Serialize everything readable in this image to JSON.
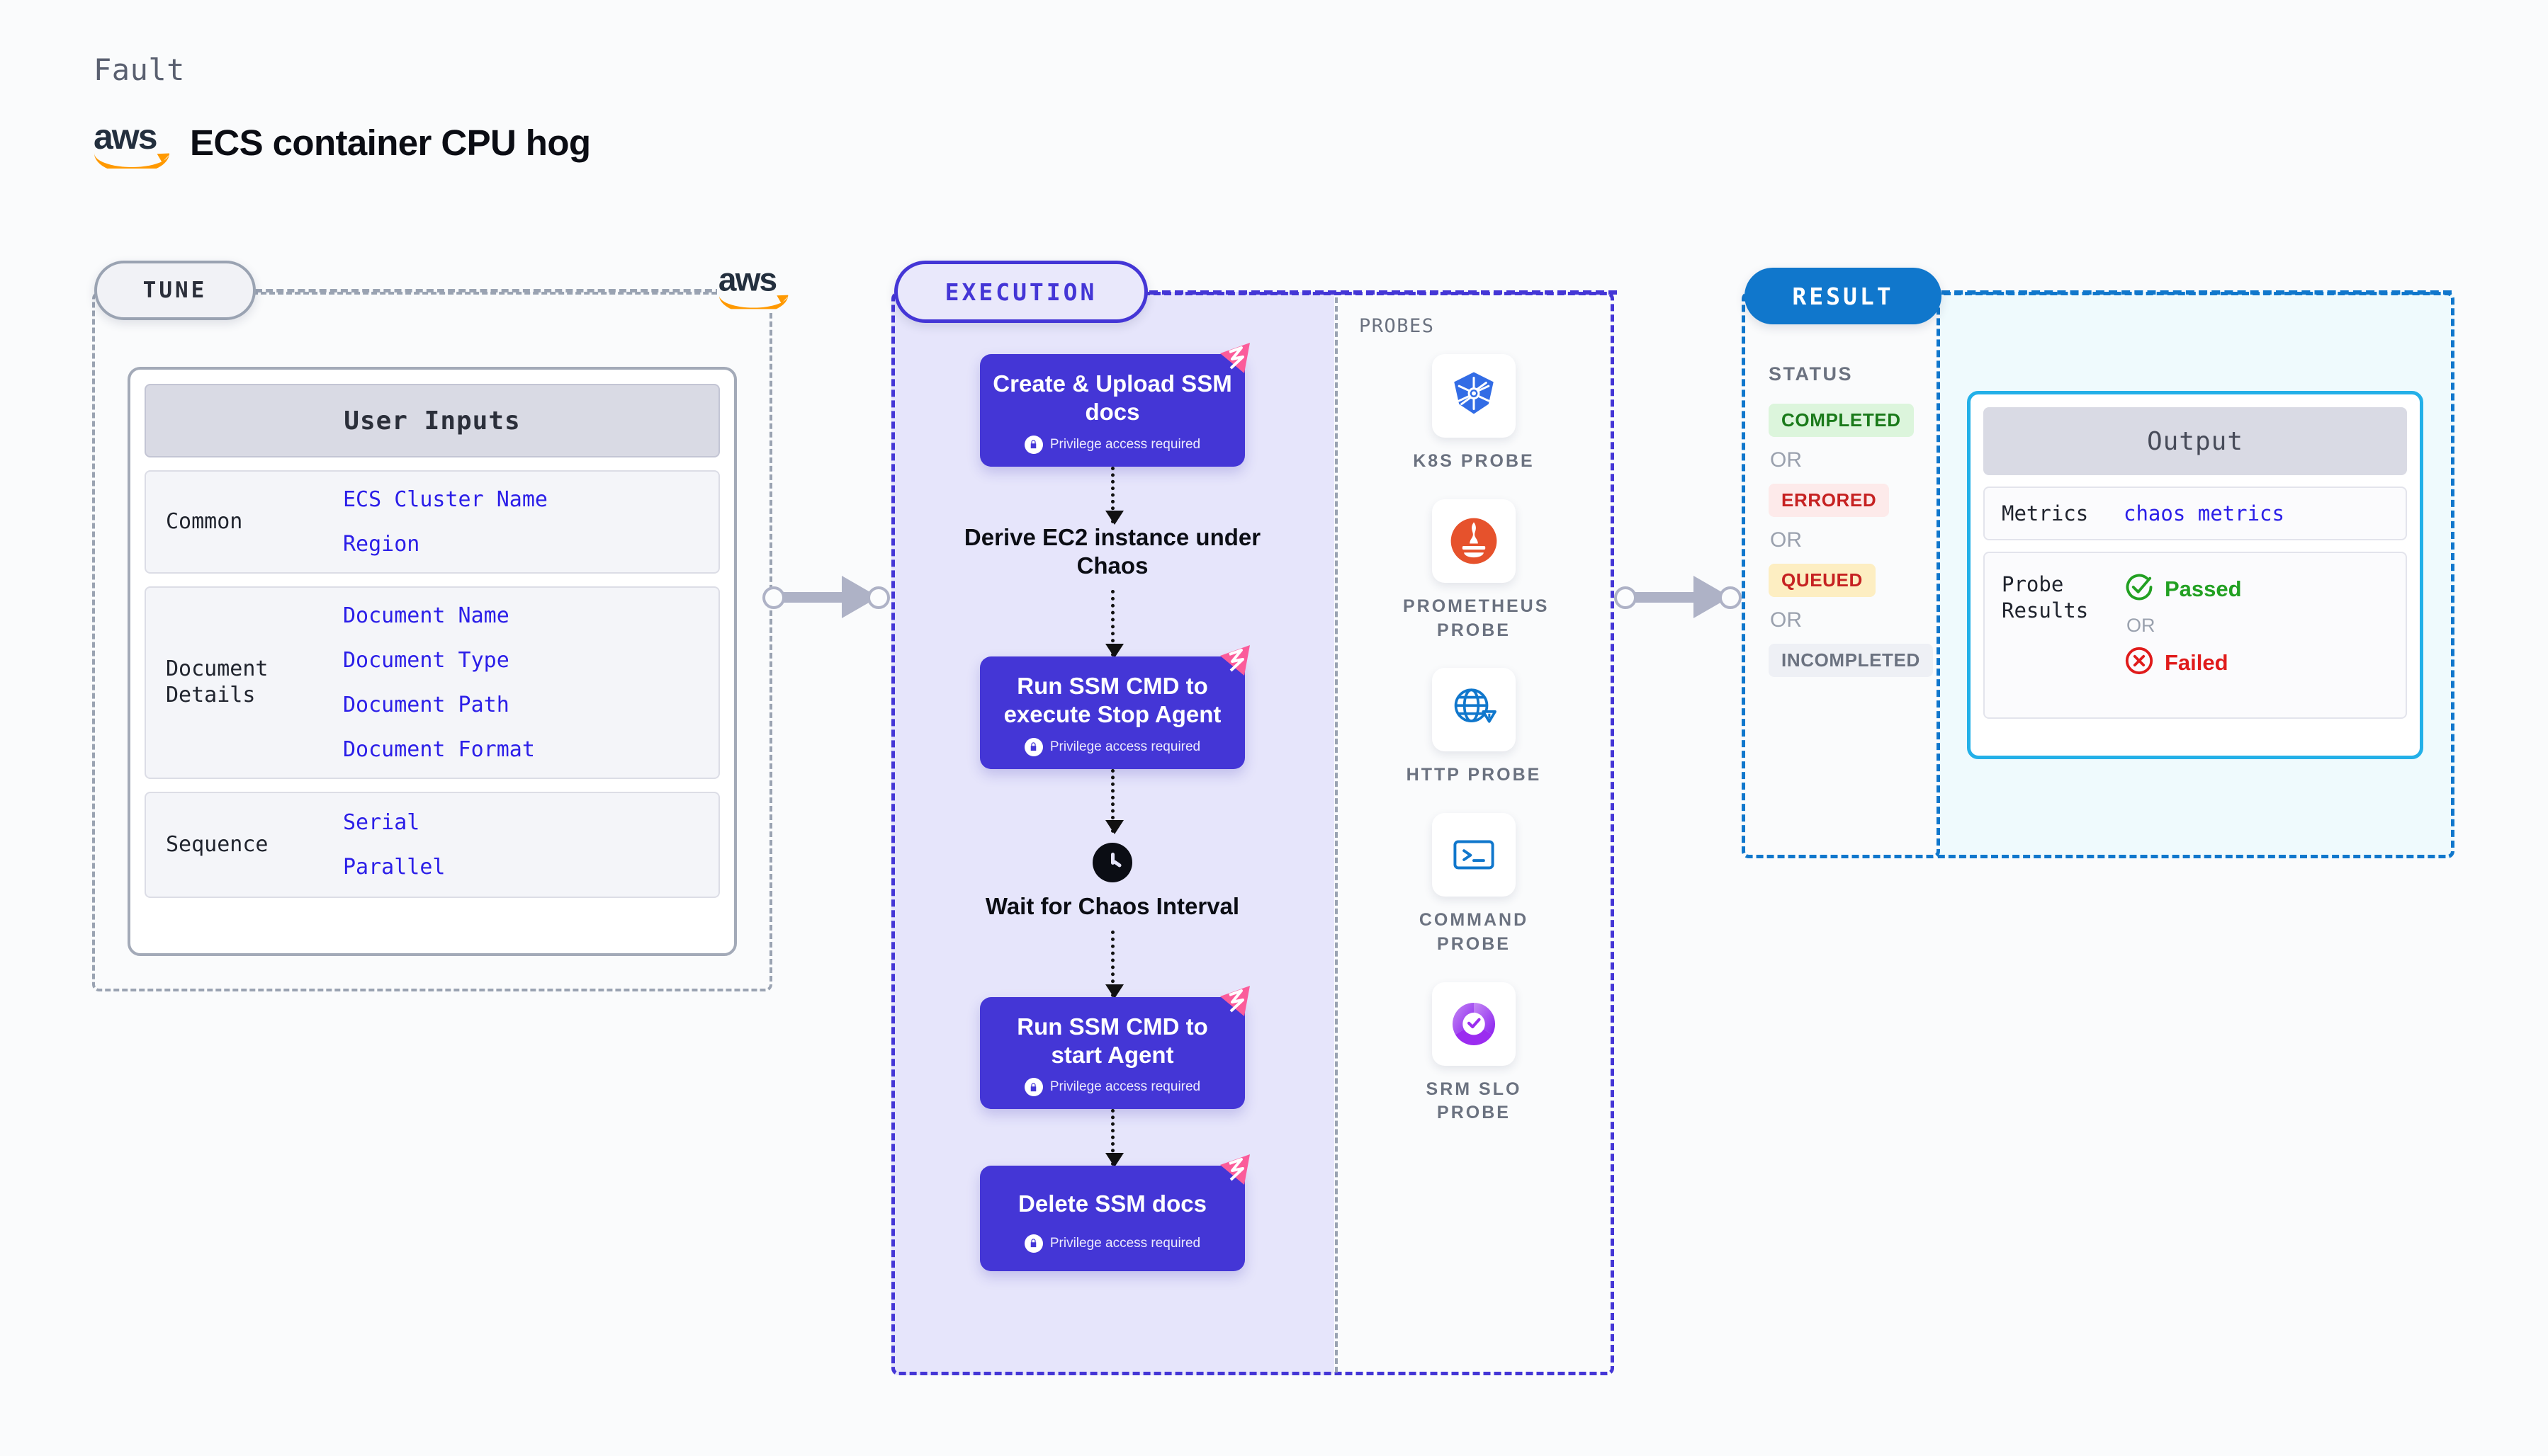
{
  "header": {
    "eyebrow": "Fault",
    "logo": "aws-logo",
    "title": "ECS container CPU hog"
  },
  "tune": {
    "pill": "TUNE",
    "brand_logo": "aws-logo",
    "card_title": "User Inputs",
    "rows": [
      {
        "label": "Common",
        "values": [
          "ECS Cluster Name",
          "Region"
        ]
      },
      {
        "label": "Document\nDetails",
        "values": [
          "Document Name",
          "Document Type",
          "Document Path",
          "Document Format"
        ]
      },
      {
        "label": "Sequence",
        "values": [
          "Serial",
          "Parallel"
        ]
      }
    ]
  },
  "execution": {
    "pill": "EXECUTION",
    "privilege_note": "Privilege access required",
    "steps": [
      {
        "type": "task",
        "title": "Create & Upload SSM docs",
        "privileged": true,
        "chaos_badge": true
      },
      {
        "type": "plain",
        "title": "Derive EC2 instance under Chaos",
        "icon": ""
      },
      {
        "type": "task",
        "title": "Run SSM CMD to execute Stop Agent",
        "privileged": true,
        "chaos_badge": true
      },
      {
        "type": "plain",
        "title": "Wait for Chaos Interval",
        "icon": "clock-icon"
      },
      {
        "type": "task",
        "title": "Run SSM CMD to start Agent",
        "privileged": true,
        "chaos_badge": true
      },
      {
        "type": "task",
        "title": "Delete SSM docs",
        "privileged": true,
        "chaos_badge": true
      }
    ]
  },
  "probes": {
    "title": "PROBES",
    "items": [
      {
        "label": "K8S PROBE",
        "icon": "kubernetes-icon"
      },
      {
        "label": "PROMETHEUS PROBE",
        "icon": "prometheus-icon"
      },
      {
        "label": "HTTP PROBE",
        "icon": "http-globe-warning-icon"
      },
      {
        "label": "COMMAND PROBE",
        "icon": "terminal-icon"
      },
      {
        "label": "SRM SLO PROBE",
        "icon": "srm-slo-icon"
      }
    ]
  },
  "result": {
    "pill": "RESULT",
    "status_title": "STATUS",
    "or_label": "OR",
    "statuses": [
      {
        "label": "COMPLETED",
        "bg": "#dcf5dc",
        "fg": "#1a7a1a"
      },
      {
        "label": "ERRORED",
        "bg": "#fdeaea",
        "fg": "#c62222"
      },
      {
        "label": "QUEUED",
        "bg": "#fdeec2",
        "fg": "#c62222"
      },
      {
        "label": "INCOMPLETED",
        "bg": "#eef0f5",
        "fg": "#6b7280"
      }
    ]
  },
  "output": {
    "card_title": "Output",
    "metrics_label": "Metrics",
    "metrics_value": "chaos metrics",
    "probe_results_label": "Probe\nResults",
    "passed_label": "Passed",
    "failed_label": "Failed",
    "or_label": "OR"
  },
  "colors": {
    "accent_purple": "#4436d6",
    "accent_blue": "#1077cc",
    "chaos_pink": "#fb5c9a",
    "aws_orange": "#ff9900",
    "link_blue": "#2b1ee8",
    "pass_green": "#22a022",
    "fail_red": "#e01b1b"
  }
}
